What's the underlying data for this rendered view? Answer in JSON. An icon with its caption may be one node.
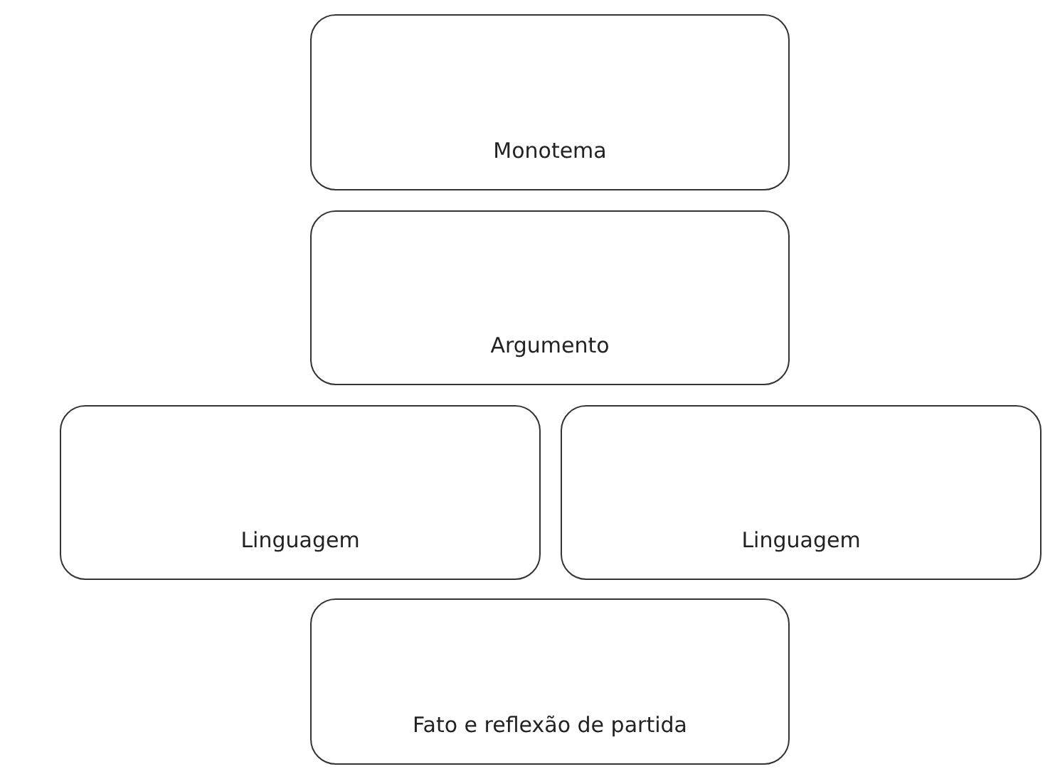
{
  "diagram": {
    "nodes": [
      {
        "text": [
          "Monotema"
        ]
      },
      {
        "text": [
          "Argumento"
        ]
      },
      {
        "text": [
          "Linguagem"
        ]
      },
      {
        "text": [
          "Linguagem"
        ]
      },
      {
        "text": [
          "Fato e reflexão de partida"
        ]
      }
    ]
  }
}
